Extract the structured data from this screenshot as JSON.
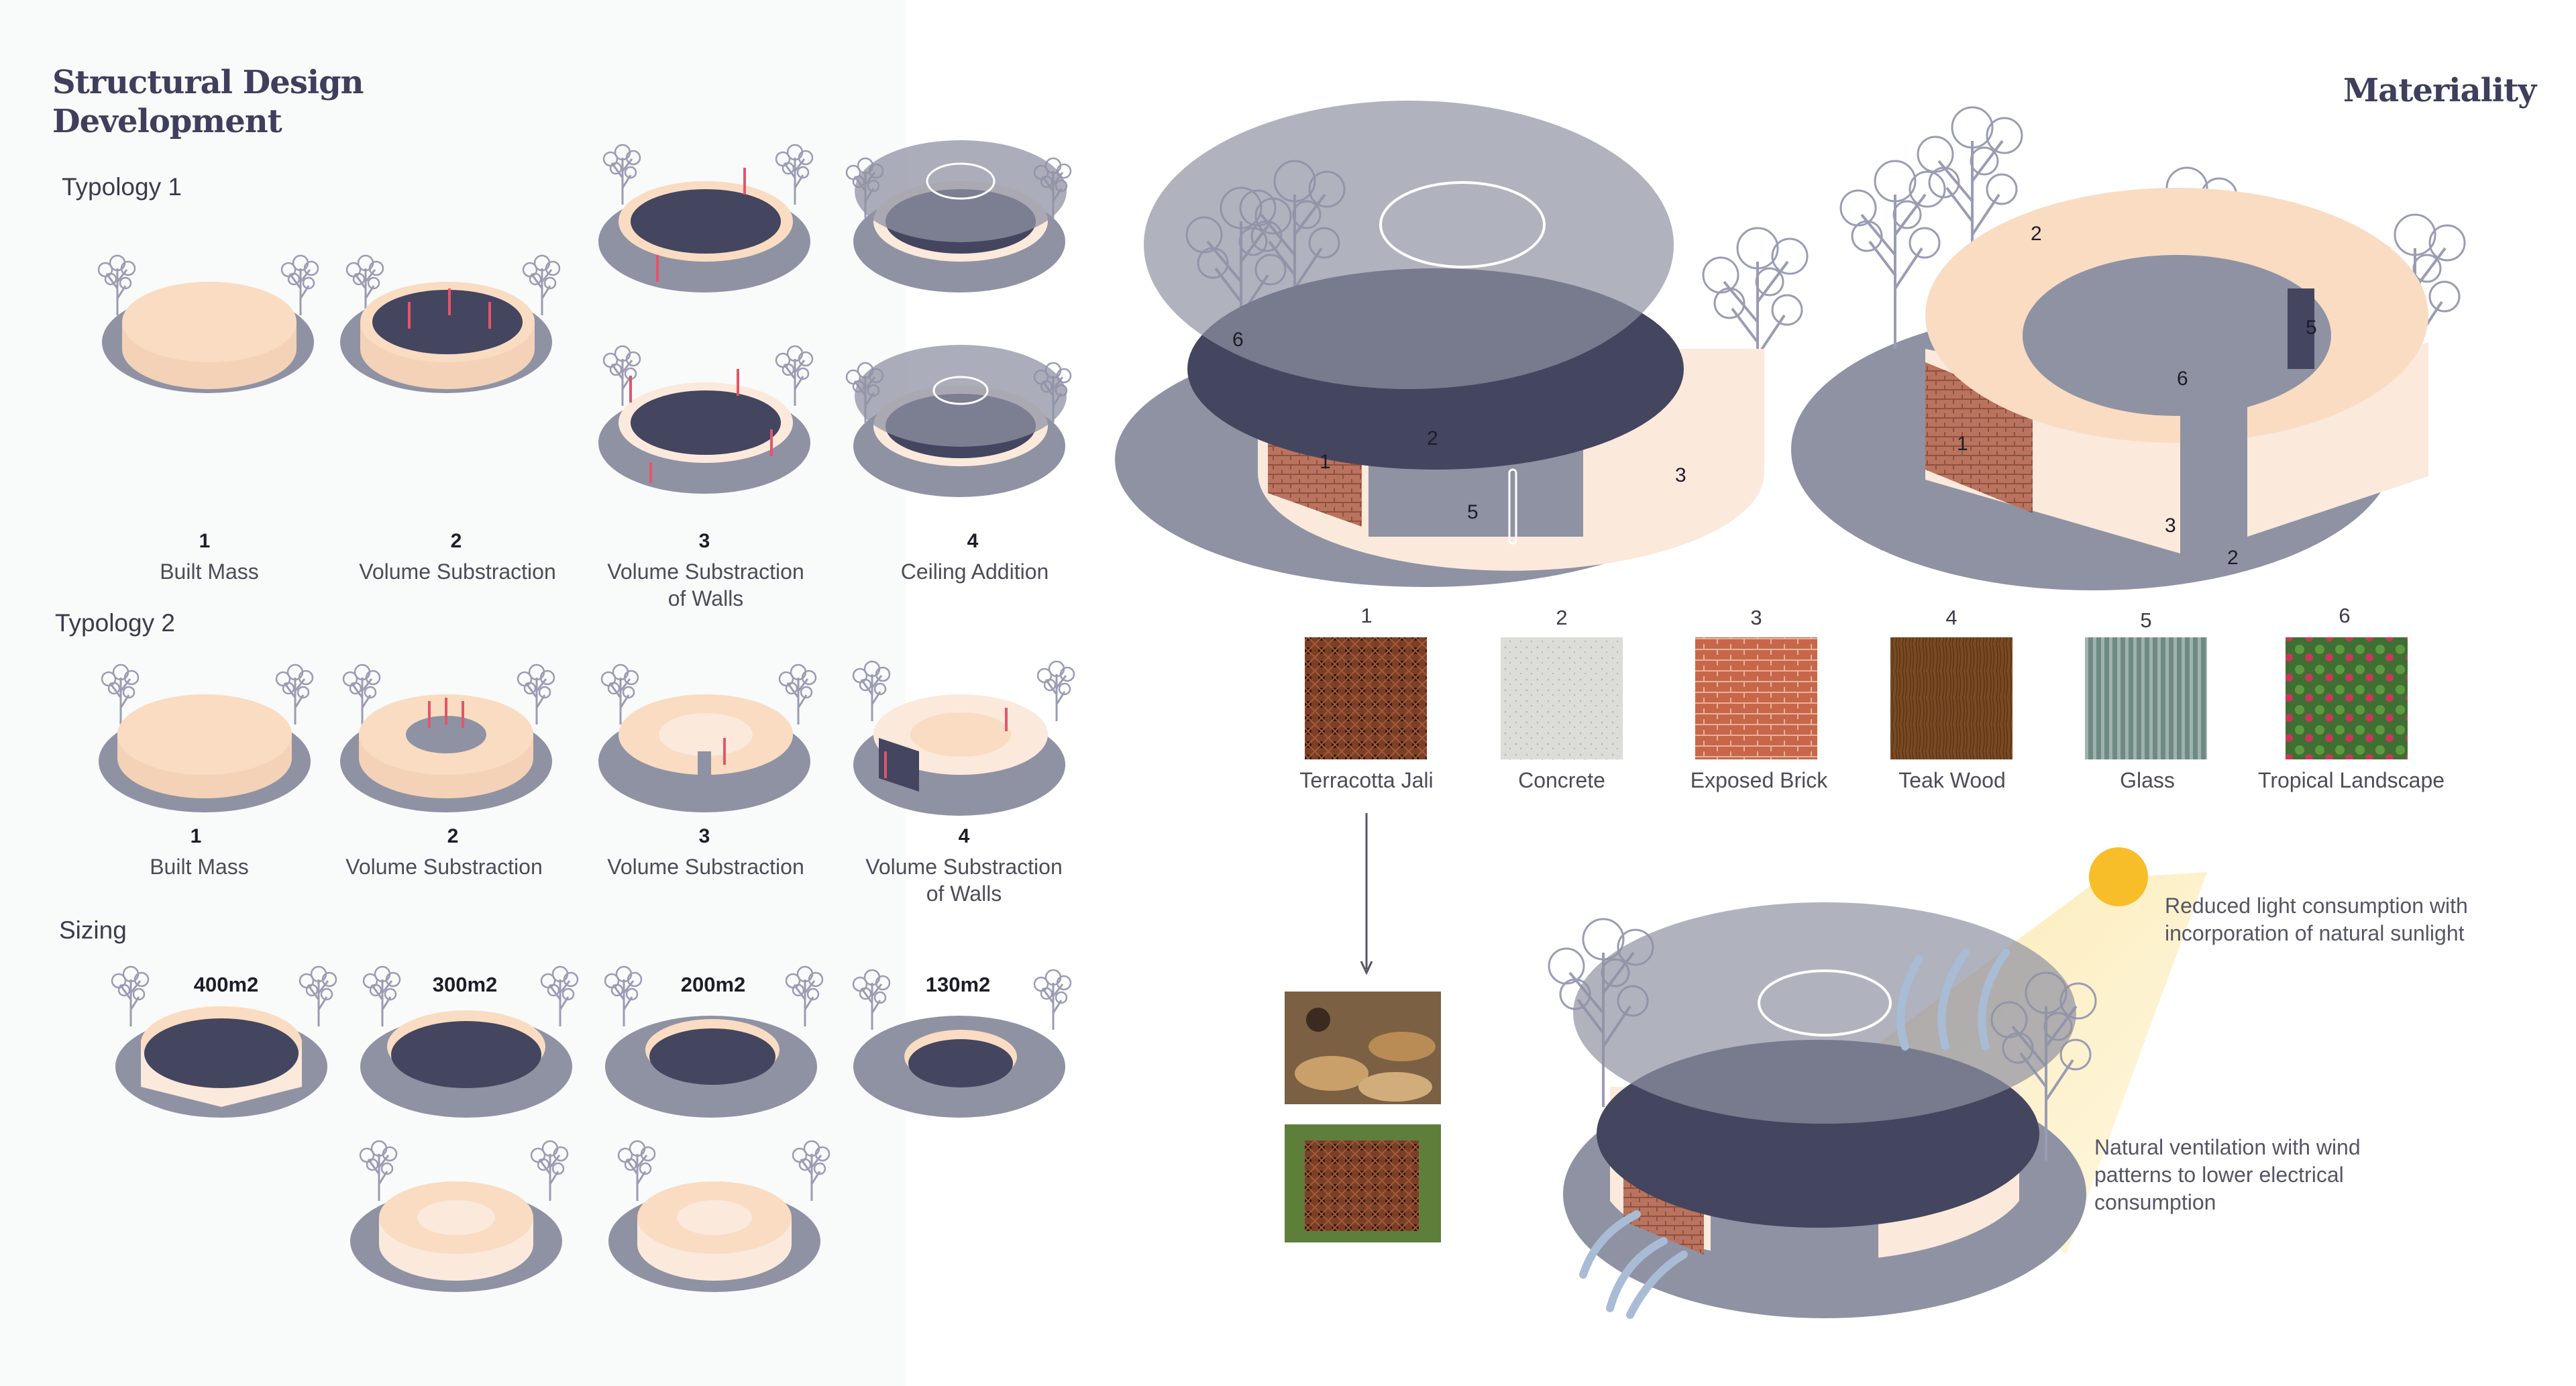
{
  "left": {
    "title_line1": "Structural Design",
    "title_line2": "Development",
    "typology1": {
      "heading": "Typology 1",
      "steps": [
        {
          "num": "1",
          "line1": "Built Mass",
          "line2": ""
        },
        {
          "num": "2",
          "line1": "Volume Substraction",
          "line2": ""
        },
        {
          "num": "3",
          "line1": "Volume Substraction",
          "line2": "of Walls"
        },
        {
          "num": "4",
          "line1": "Ceiling Addition",
          "line2": ""
        }
      ]
    },
    "typology2": {
      "heading": "Typology 2",
      "steps": [
        {
          "num": "1",
          "line1": "Built Mass",
          "line2": ""
        },
        {
          "num": "2",
          "line1": "Volume Substraction",
          "line2": ""
        },
        {
          "num": "3",
          "line1": "Volume Substraction",
          "line2": ""
        },
        {
          "num": "4",
          "line1": "Volume Substraction",
          "line2": "of Walls"
        }
      ]
    },
    "sizing": {
      "heading": "Sizing",
      "sizes": [
        "400m2",
        "300m2",
        "200m2",
        "130m2"
      ]
    }
  },
  "right": {
    "title": "Materiality",
    "diagram1_numbers": [
      "6",
      "2",
      "1",
      "5",
      "3"
    ],
    "diagram2_numbers": [
      "2",
      "5",
      "6",
      "1",
      "3",
      "2"
    ],
    "materials": [
      {
        "num": "1",
        "label": "Terracotta Jali",
        "color": "#8a4a2e"
      },
      {
        "num": "2",
        "label": "Concrete",
        "color": "#dcdcd8"
      },
      {
        "num": "3",
        "label": "Exposed Brick",
        "color": "#c8664a"
      },
      {
        "num": "4",
        "label": "Teak Wood",
        "color": "#7a4a22"
      },
      {
        "num": "5",
        "label": "Glass",
        "color": "#6f8a84"
      },
      {
        "num": "6",
        "label": "Tropical Landscape",
        "color": "#3f6f32"
      }
    ],
    "note_light": "Reduced light consumption with incorporation of natural sunlight",
    "note_wind": "Natural ventilation with wind patterns to lower electrical consumption"
  },
  "colors": {
    "peach": "#f9dcc2",
    "peach_light": "#fbe9dc",
    "slate": "#8f92a3",
    "navy": "#44455f",
    "arrow": "#e2566b",
    "sun": "#f7be2a"
  }
}
